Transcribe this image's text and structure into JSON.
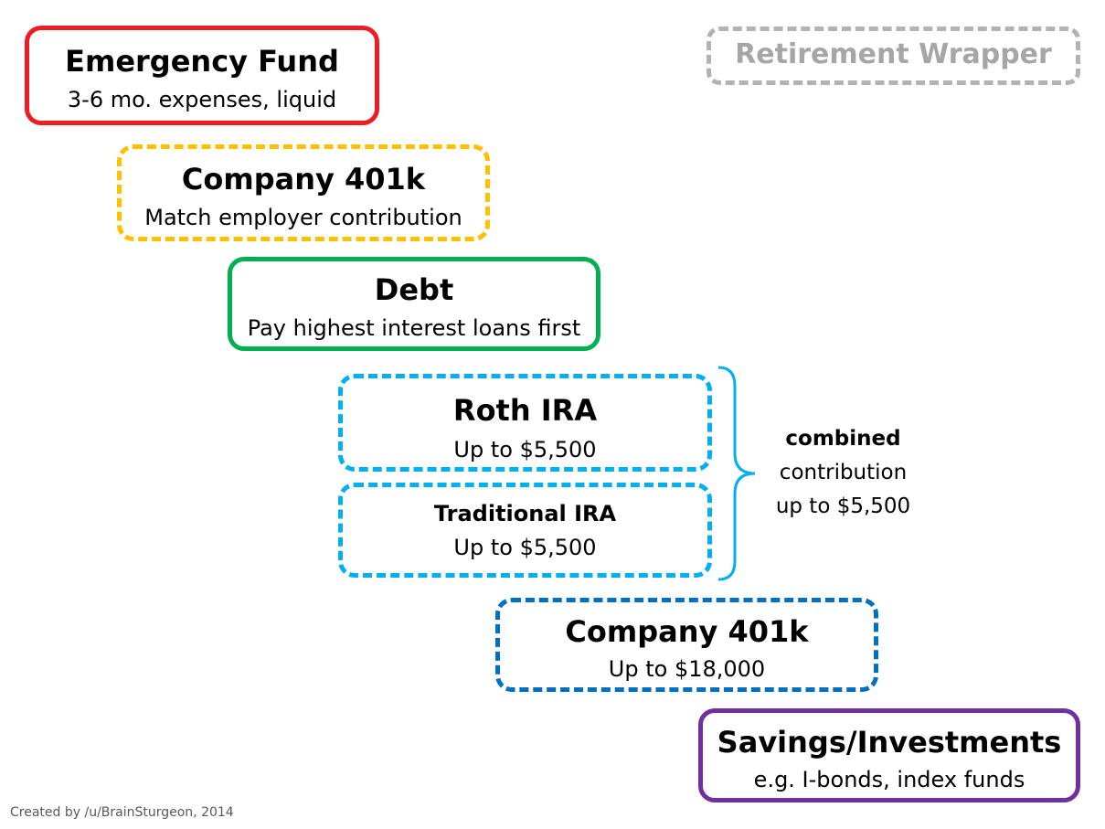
{
  "legend": {
    "label": "Retirement Wrapper",
    "border_color": "#b3b3b3"
  },
  "steps": [
    {
      "title": "Emergency Fund",
      "subtitle": "3-6 mo. expenses, liquid",
      "border": "solid",
      "color": "#ee1c25"
    },
    {
      "title": "Company 401k",
      "subtitle": "Match employer contribution",
      "border": "dashed",
      "color": "#ffc000"
    },
    {
      "title": "Debt",
      "subtitle": "Pay highest interest loans first",
      "border": "solid",
      "color": "#00b050"
    },
    {
      "title": "Roth IRA",
      "subtitle": "Up to $5,500",
      "border": "dashed",
      "color": "#00b0f0"
    },
    {
      "title": "Traditional IRA",
      "subtitle": "Up to $5,500",
      "border": "dashed",
      "color": "#00b0f0"
    },
    {
      "title": "Company 401k",
      "subtitle": "Up to $18,000",
      "border": "dashed",
      "color": "#0070c0"
    },
    {
      "title": "Savings/Investments",
      "subtitle": "e.g. I-bonds, index funds",
      "border": "solid",
      "color": "#7030a0"
    }
  ],
  "ira_note": {
    "bold": "combined",
    "line1": "contribution",
    "line2": "up to $5,500",
    "brace_color": "#00b0f0"
  },
  "credit": "Created by /u/BrainSturgeon, 2014"
}
